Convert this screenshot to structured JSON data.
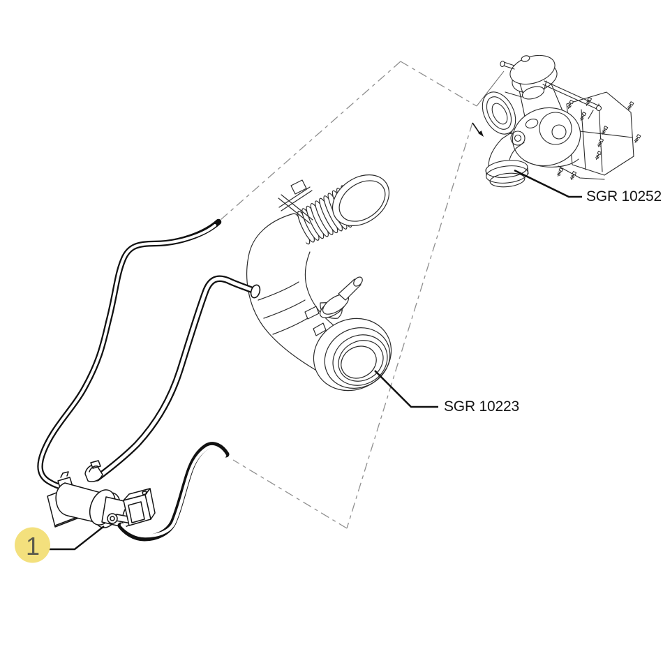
{
  "diagram": {
    "type": "parts-exploded-diagram",
    "callouts": {
      "turbo_label": "SGR 10252",
      "duct_label": "SGR 10223",
      "valve_item_number": "1"
    },
    "parts": [
      {
        "name": "turbocharger-assembly",
        "code": "SGR 10252"
      },
      {
        "name": "air-intake-corrugated-duct",
        "code": "SGR 10223"
      },
      {
        "name": "boost-solenoid-valve-with-vacuum-hoses",
        "item": "1"
      }
    ],
    "colors": {
      "background": "#ffffff",
      "line": "#2b2b2b",
      "hose_line": "#111111",
      "dash": "#8f8f8f",
      "leader": "#111111",
      "badge_fill": "#f3e07d",
      "badge_text": "#5a5a4c",
      "label_text": "#141414"
    }
  }
}
